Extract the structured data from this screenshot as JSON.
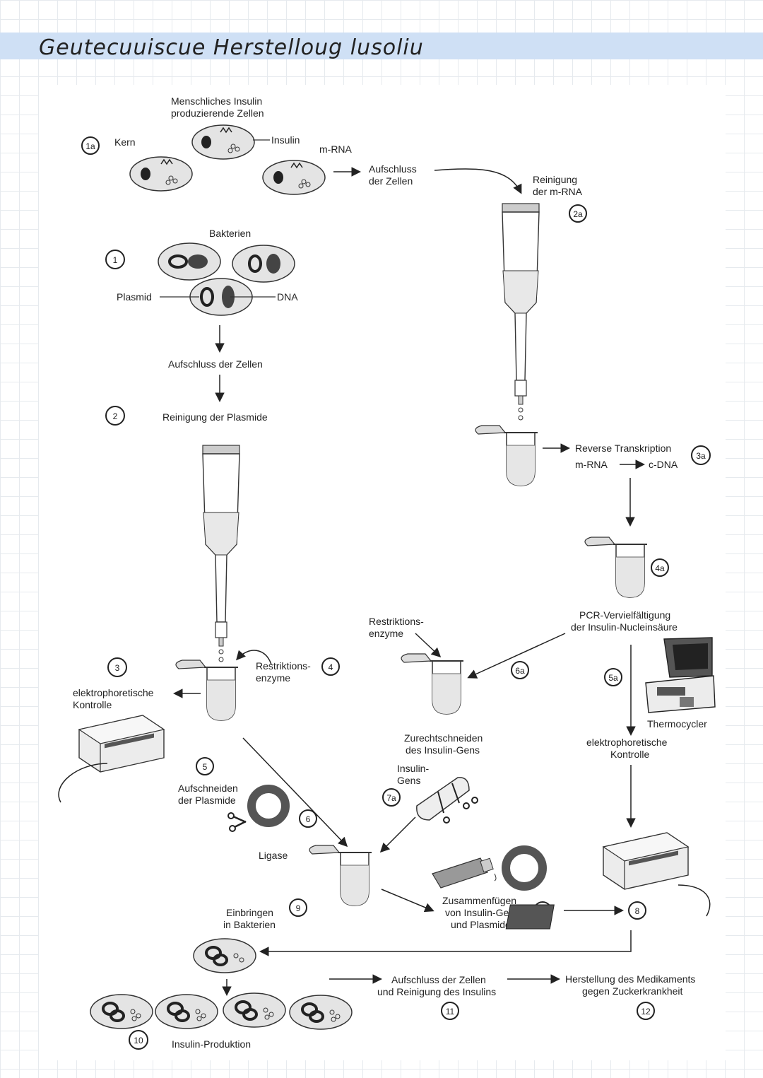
{
  "page": {
    "title": "Geutecuuiscue Herstelloug lusoliu"
  },
  "labels": {
    "l1": "Menschliches Insulin",
    "l2": "produzierende Zellen",
    "kern": "Kern",
    "insulin": "Insulin",
    "mrna": "m-RNA",
    "aufschluss_a1": "Aufschluss",
    "aufschluss_a2": "der Zellen",
    "reinigung_m1": "Reinigung",
    "reinigung_m2": "der m-RNA",
    "bakterien": "Bakterien",
    "plasmid": "Plasmid",
    "dna": "DNA",
    "aufschluss_b": "Aufschluss der Zellen",
    "reinigung_p": "Reinigung der Plasmide",
    "rt1": "Reverse Transkription",
    "rt_mrna": "m-RNA",
    "rt_cdna": "c-DNA",
    "pcr1": "PCR-Vervielfältigung",
    "pcr2": "der Insulin-Nucleinsäure",
    "renz_a1": "Restriktions-",
    "renz_a2": "enzyme",
    "renz_b1": "Restriktions-",
    "renz_b2": "enzyme",
    "elek1": "elektrophoretische",
    "elek2": "Kontrolle",
    "elek_b1": "elektrophoretische",
    "elek_b2": "Kontrolle",
    "thermo": "Thermocycler",
    "zurecht1": "Zurechtschneiden",
    "zurecht2": "des Insulin-Gens",
    "auf_pl1": "Aufschneiden",
    "auf_pl2": "der Plasmide",
    "insgen1": "Insulin-",
    "insgen2": "Gens",
    "ligase": "Ligase",
    "zus1": "Zusammenfügen",
    "zus2": "von Insulin-Gen",
    "zus3": "und Plasmide",
    "einb1": "Einbringen",
    "einb2": "in Bakterien",
    "auf_ins1": "Aufschluss der Zellen",
    "auf_ins2": "und Reinigung des Insulins",
    "herst1": "Herstellung des Medikaments",
    "herst2": "gegen Zuckerkrankheit",
    "prod": "Insulin-Produktion"
  },
  "steps": {
    "s1a": "1a",
    "s1": "1",
    "s2": "2",
    "s2a": "2a",
    "s3": "3",
    "s3a": "3a",
    "s4": "4",
    "s4a": "4a",
    "s5": "5",
    "s5a": "5a",
    "s6": "6",
    "s6a": "6a",
    "s7": "7",
    "s7a": "7a",
    "s8": "8",
    "s9": "9",
    "s10": "10",
    "s11": "11",
    "s12": "12"
  }
}
